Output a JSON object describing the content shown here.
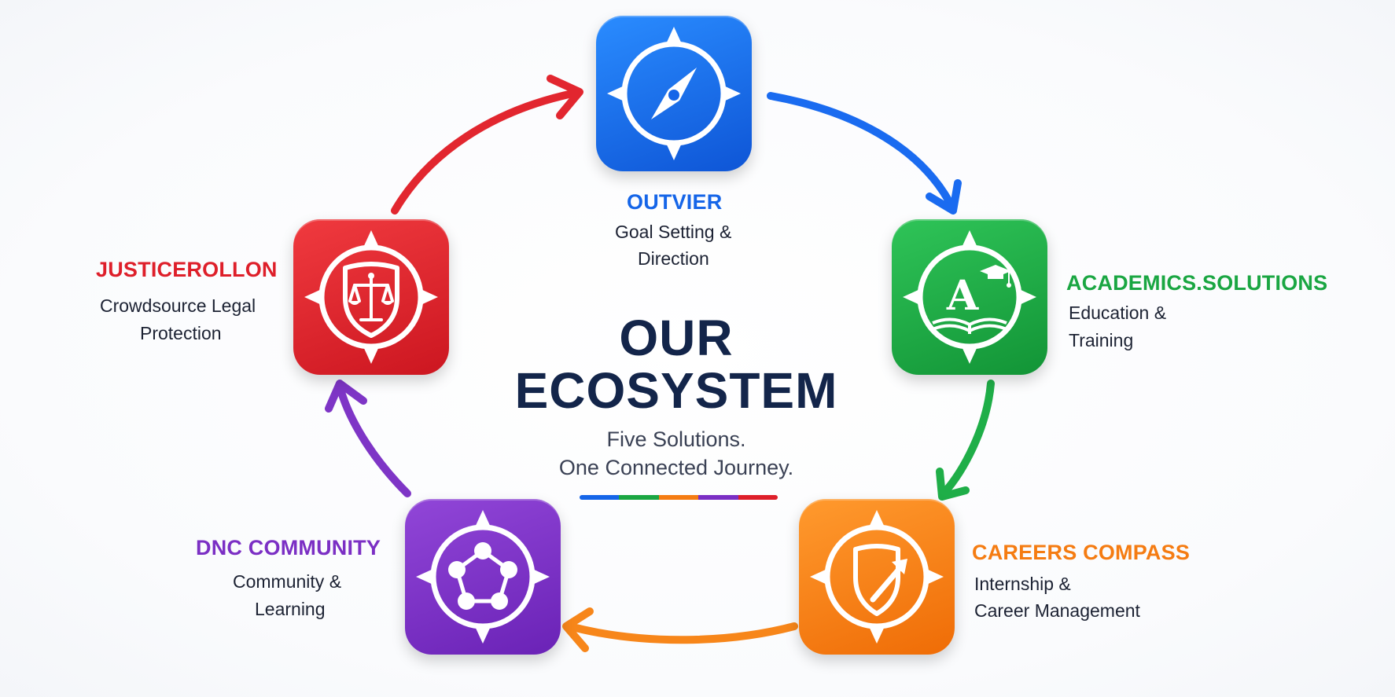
{
  "center": {
    "title_line1": "OUR",
    "title_line2": "ECOSYSTEM",
    "subtitle_line1": "Five Solutions.",
    "subtitle_line2": "One Connected Journey."
  },
  "colors": {
    "blue": "#1565e8",
    "green": "#1aa642",
    "orange": "#f57c12",
    "purple": "#7b2fc4",
    "red": "#de1f2a",
    "navy": "#13254a"
  },
  "nodes": {
    "outvier": {
      "name": "OUTVIER",
      "desc_line1": "Goal Setting &",
      "desc_line2": "Direction",
      "icon": "compass-icon"
    },
    "academics": {
      "name": "ACADEMICS.SOLUTIONS",
      "desc_line1": "Education &",
      "desc_line2": "Training",
      "icon": "book-graduation-icon"
    },
    "careers": {
      "name": "CAREERS COMPASS",
      "desc_line1": "Internship &",
      "desc_line2": "Career Management",
      "icon": "shield-arrow-icon"
    },
    "dnc": {
      "name": "DNC COMMUNITY",
      "desc_line1": "Community &",
      "desc_line2": "Learning",
      "icon": "network-icon"
    },
    "justice": {
      "name": "JUSTICEROLLON",
      "desc_line1": "Crowdsource Legal",
      "desc_line2": "Protection",
      "icon": "scales-shield-icon"
    }
  },
  "flow": [
    "outvier",
    "academics",
    "careers",
    "dnc",
    "justice"
  ]
}
